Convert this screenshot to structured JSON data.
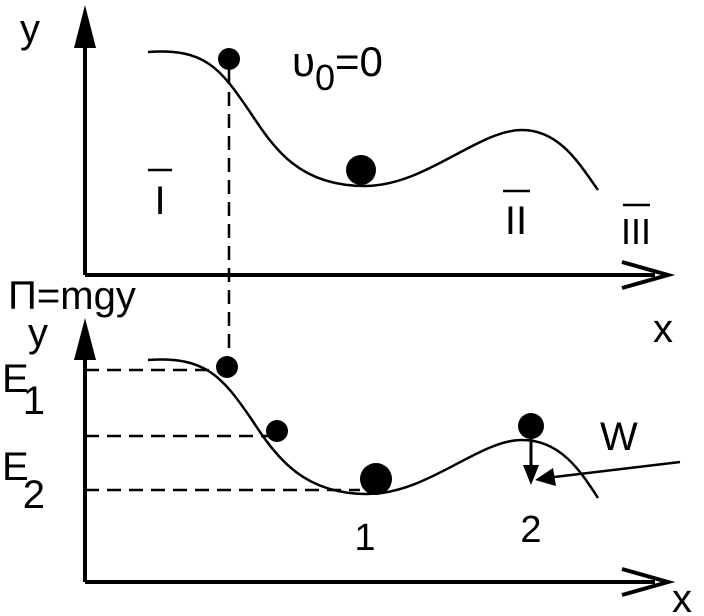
{
  "top_graph": {
    "y_axis_label": "y",
    "x_axis_label": "x",
    "condition_text": "υ",
    "condition_sub": "0",
    "condition_rest": "=0",
    "region_labels": [
      "I",
      "II",
      "III"
    ]
  },
  "bottom_graph": {
    "function_label": "Π=mgy",
    "y_axis_label": "y",
    "x_axis_label": "x",
    "energy_labels": [
      {
        "main": "E",
        "sub": "1"
      },
      {
        "main": "E",
        "sub": "2"
      }
    ],
    "point_labels": [
      "1",
      "2"
    ],
    "work_label": "W"
  }
}
